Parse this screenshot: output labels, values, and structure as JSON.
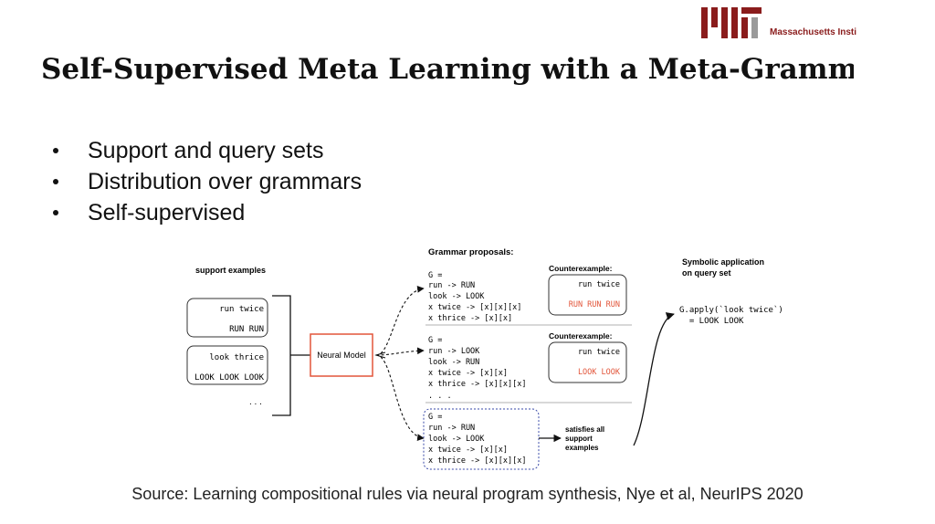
{
  "header": {
    "logo_text": "Massachusetts Insti",
    "title": "Self-Supervised Meta Learning with a Meta-Grammar"
  },
  "bullets": [
    "Support and query sets",
    "Distribution over grammars",
    "Self-supervised"
  ],
  "diagram": {
    "support_label": "support examples",
    "support_examples": [
      {
        "input": "run twice",
        "output": "RUN RUN"
      },
      {
        "input": "look thrice",
        "output": "LOOK LOOK LOOK"
      }
    ],
    "support_ellipsis": ". . .",
    "model_label": "Neural Model",
    "proposals_label": "Grammar proposals:",
    "grammar_header": "G =",
    "grammar1": [
      "run -> RUN",
      "look -> LOOK",
      "x twice -> [x][x][x]",
      "x thrice -> [x][x]"
    ],
    "grammar2": [
      "run -> LOOK",
      "look -> RUN",
      "x twice -> [x][x]",
      "x thrice -> [x][x][x]"
    ],
    "grammar_ellipsis": ". . .",
    "grammar3": [
      "run -> RUN",
      "look -> LOOK",
      "x twice -> [x][x]",
      "x thrice -> [x][x][x]"
    ],
    "counter_label": "Counterexample:",
    "counter1": {
      "input": "run twice",
      "output": "RUN RUN RUN"
    },
    "counter2": {
      "input": "run twice",
      "output": "LOOK LOOK"
    },
    "satisfies_lines": [
      "satisfies all",
      "support",
      "examples"
    ],
    "symbolic_lines": [
      "Symbolic application",
      "on query set"
    ],
    "apply_lines": [
      "G.apply(`look twice`)",
      "  = LOOK LOOK"
    ],
    "colors": {
      "accent": "#e2553a",
      "dotted": "#3a4aa8",
      "logo": "#8a1c1c"
    }
  },
  "footer": {
    "source": "Source: Learning compositional rules via neural program synthesis, Nye et al, NeurIPS 2020"
  }
}
